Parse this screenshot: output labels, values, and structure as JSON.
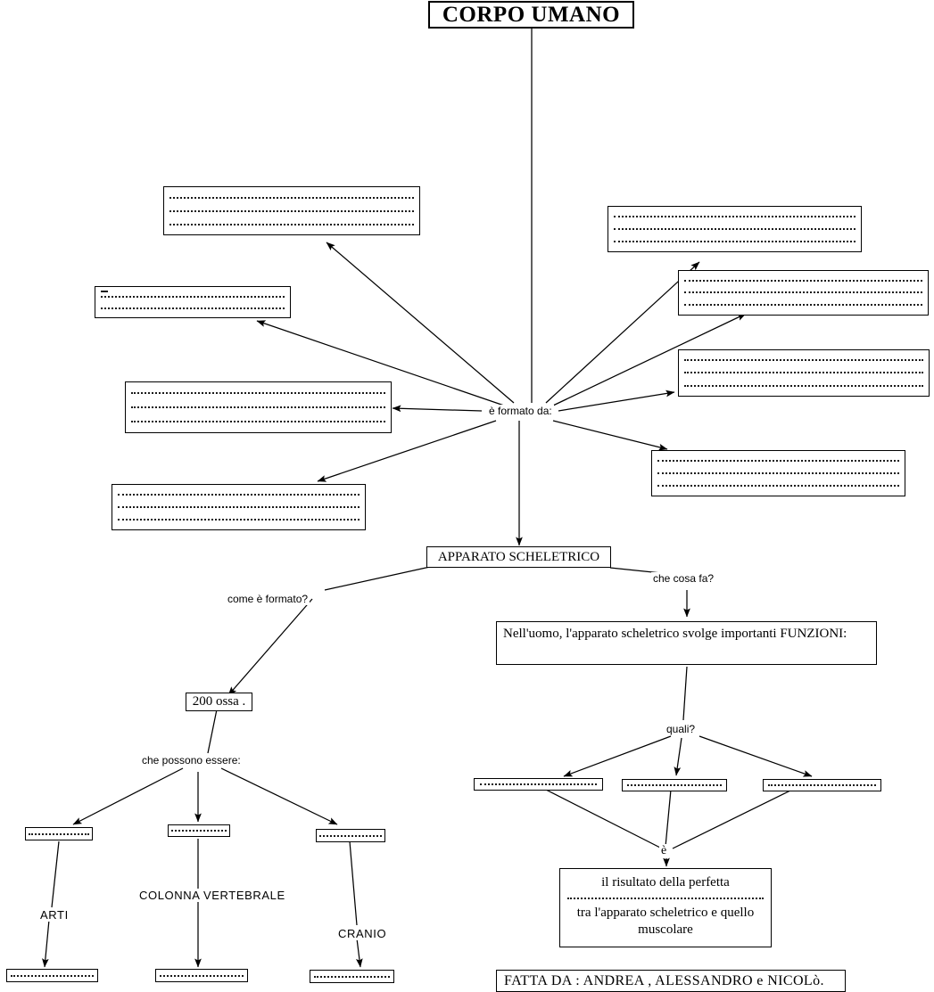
{
  "document": {
    "kind": "concept-map",
    "title": "CORPO  UMANO",
    "language": "it"
  },
  "nodes": {
    "title": {
      "label": "CORPO  UMANO"
    },
    "hub": {
      "label": "è formato  da:"
    },
    "apparato": {
      "label": "APPARATO SCHELETRICO"
    },
    "funzioni": {
      "label": "Nell'uomo, l'apparato scheletrico svolge importanti FUNZIONI:"
    },
    "ossa": {
      "label": "200 ossa ."
    },
    "risultato": {
      "line1": "il risultato della perfetta",
      "blank": "",
      "line2": "tra l'apparato scheletrico e quello",
      "line3": "muscolare"
    },
    "footer": {
      "label": "FATTA  DA :   ANDREA , ALESSANDRO e  NICOLò."
    }
  },
  "edge_labels": {
    "come_formato": "come è formato?",
    "che_cosa_fa": "che  cosa  fa?",
    "che_possono_essere": "che  possono  essere:",
    "quali": "quali?",
    "e_short": "è"
  },
  "terminal_labels": {
    "arti": "ARTI",
    "colonna": "COLONNA  VERTEBRALE",
    "cranio": "CRANIO"
  },
  "blank_fields": [
    {
      "id": "left-top",
      "value": "",
      "lines": 3
    },
    {
      "id": "left-upper",
      "value": "",
      "lines": 2
    },
    {
      "id": "left-mid",
      "value": "",
      "lines": 3
    },
    {
      "id": "left-low",
      "value": "",
      "lines": 3
    },
    {
      "id": "right-top",
      "value": "",
      "lines": 3
    },
    {
      "id": "right-upper",
      "value": "",
      "lines": 3
    },
    {
      "id": "right-mid",
      "value": "",
      "lines": 3
    },
    {
      "id": "right-low",
      "value": "",
      "lines": 3
    },
    {
      "id": "bones-a",
      "value": "",
      "lines": 1
    },
    {
      "id": "bones-b",
      "value": "",
      "lines": 1
    },
    {
      "id": "bones-c",
      "value": "",
      "lines": 1
    },
    {
      "id": "limb-a",
      "value": "",
      "lines": 1
    },
    {
      "id": "limb-b",
      "value": "",
      "lines": 1
    },
    {
      "id": "limb-c",
      "value": "",
      "lines": 1
    },
    {
      "id": "funzione-1",
      "value": "",
      "lines": 1
    },
    {
      "id": "funzione-2",
      "value": "",
      "lines": 1
    },
    {
      "id": "funzione-3",
      "value": "",
      "lines": 1
    }
  ],
  "style": {
    "ink": "#000000",
    "paper": "#ffffff",
    "dotted": "#1a1a1a"
  }
}
